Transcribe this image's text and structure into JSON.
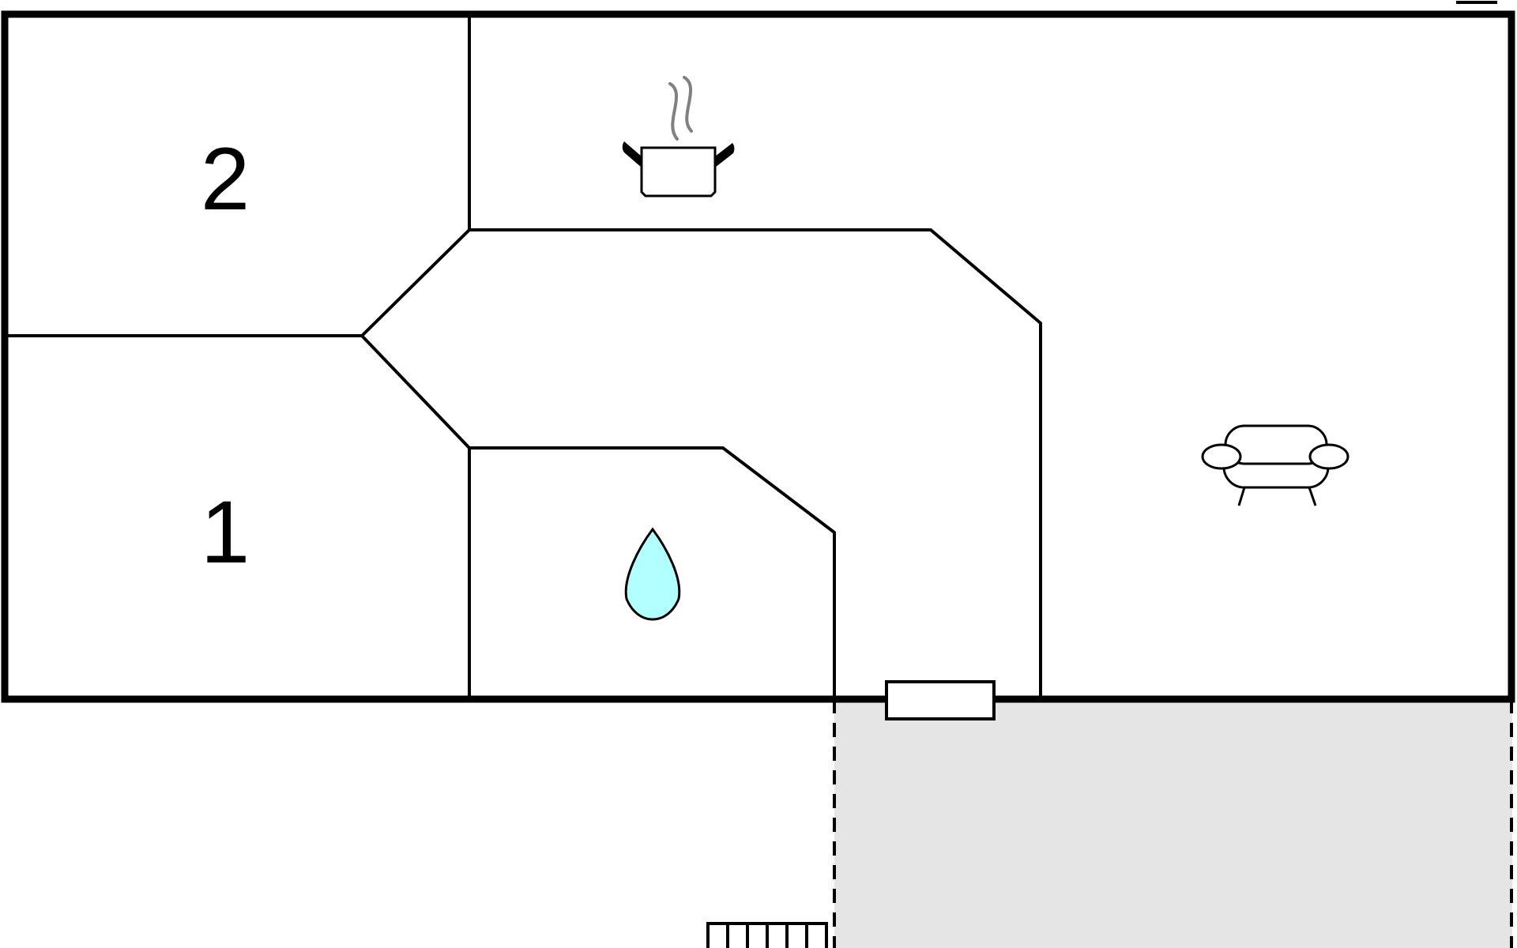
{
  "floor_plan": {
    "rooms": [
      {
        "label": "2",
        "icon": "bed"
      },
      {
        "label": "1",
        "icon": "bed"
      }
    ],
    "kitchen": {
      "icon": "cooking-pot-icon"
    },
    "bathroom": {
      "icon": "water-drop-icon",
      "fill_color": "#b2ffff"
    },
    "living_room": {
      "icon": "sofa-icon"
    },
    "terrace": {
      "fill_color": "#e5e5e5",
      "boundary": "dashed"
    },
    "stairs": {
      "steps": 6
    },
    "steam_color": "#808080",
    "wall_color": "#000000"
  }
}
